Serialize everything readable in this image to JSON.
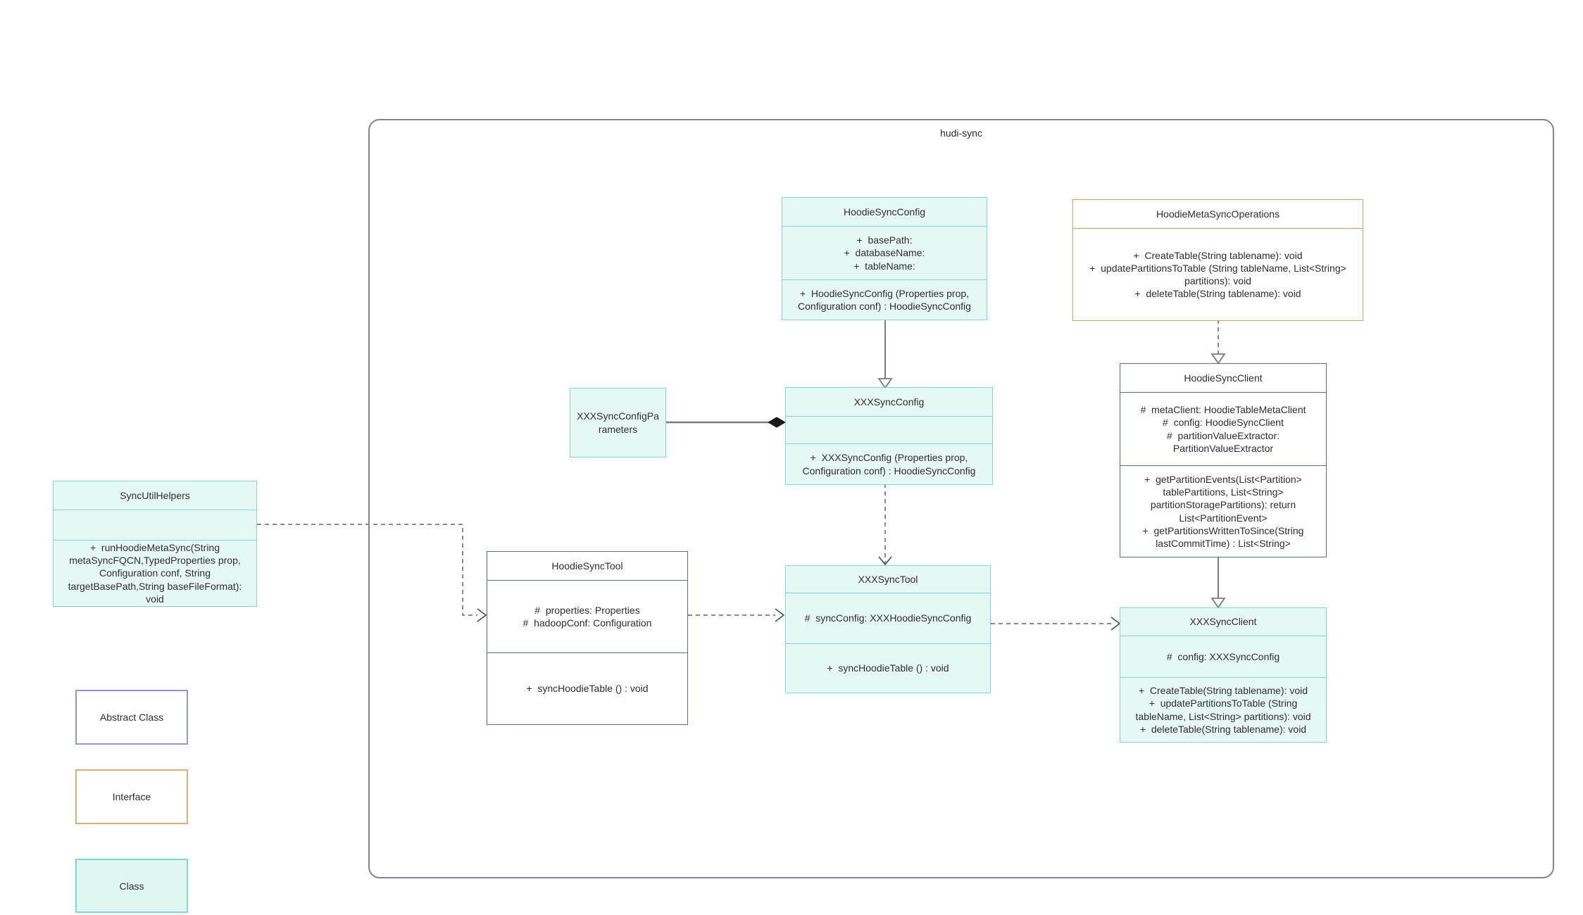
{
  "colors": {
    "class_fill": "#e6f8f3",
    "class_border": "#7fd9cd",
    "abstract_border": "#5a6b9f",
    "interface_border": "#d2a267",
    "connector_gray": "#7c7c7c",
    "frame_border": "#83838c"
  },
  "container": {
    "label": "hudi-sync"
  },
  "boxes": {
    "hoodieSyncConfig": {
      "title": "HoodieSyncConfig",
      "attributes": [
        "+  basePath:",
        "+  databaseName:",
        "+  tableName:"
      ],
      "methods": [
        "+  HoodieSyncConfig (Properties prop, Configuration conf) : HoodieSyncConfig"
      ]
    },
    "hoodieMetaSyncOperations": {
      "title": "HoodieMetaSyncOperations",
      "methods": [
        "+  CreateTable(String tablename): void",
        "+  updatePartitionsToTable (String tableName, List<String> partitions): void",
        "+  deleteTable(String tablename): void"
      ]
    },
    "xxxSyncConfigParameters": {
      "title": "XXXSyncConfigParameters"
    },
    "xxxSyncConfig": {
      "title": "XXXSyncConfig",
      "methods": [
        "+  XXXSyncConfig (Properties prop, Configuration conf) : HoodieSyncConfig"
      ]
    },
    "hoodieSyncClient": {
      "title": "HoodieSyncClient",
      "attributes": [
        "#  metaClient: HoodieTableMetaClient",
        "#  config: HoodieSyncClient",
        "#  partitionValueExtractor: PartitionValueExtractor"
      ],
      "methods": [
        "+  getPartitionEvents(List<Partition> tablePartitions, List<String> partitionStoragePartitions): return List<PartitionEvent>",
        "+  getPartitionsWrittenToSince(String lastCommitTime) : List<String>"
      ]
    },
    "syncUtilHelpers": {
      "title": "SyncUtilHelpers",
      "methods": [
        "+  runHoodieMetaSync(String metaSyncFQCN,TypedProperties prop, Configuration conf, String targetBasePath,String baseFileFormat): void"
      ]
    },
    "hoodieSyncTool": {
      "title": "HoodieSyncTool",
      "attributes": [
        "#  properties: Properties",
        "#  hadoopConf: Configuration"
      ],
      "methods": [
        "+  syncHoodieTable () : void"
      ]
    },
    "xxxSyncTool": {
      "title": "XXXSyncTool",
      "attributes": [
        "#  syncConfig: XXXHoodieSyncConfig"
      ],
      "methods": [
        "+  syncHoodieTable () : void"
      ]
    },
    "xxxSyncClient": {
      "title": "XXXSyncClient",
      "attributes": [
        "#  config: XXXSyncConfig"
      ],
      "methods": [
        "+  CreateTable(String tablename): void",
        "+  updatePartitionsToTable (String tableName, List<String> partitions): void",
        "+  deleteTable(String tablename): void"
      ]
    }
  },
  "relationships": [
    {
      "from": "HoodieSyncConfig",
      "to": "XXXSyncConfig",
      "type": "generalization-solid-hollow-arrow"
    },
    {
      "from": "HoodieMetaSyncOperations",
      "to": "HoodieSyncClient",
      "type": "realization-dashed-hollow-arrow"
    },
    {
      "from": "XXXSyncConfigParameters",
      "to": "XXXSyncConfig",
      "type": "composition-solid-filled-diamond"
    },
    {
      "from": "XXXSyncConfig",
      "to": "XXXSyncTool",
      "type": "dependency-dashed-open-arrow"
    },
    {
      "from": "SyncUtilHelpers",
      "to": "HoodieSyncTool",
      "type": "dependency-dashed-open-arrow"
    },
    {
      "from": "HoodieSyncTool",
      "to": "XXXSyncTool",
      "type": "dependency-dashed-open-arrow"
    },
    {
      "from": "XXXSyncTool",
      "to": "XXXSyncClient",
      "type": "dependency-dashed-open-arrow"
    },
    {
      "from": "HoodieSyncClient",
      "to": "XXXSyncClient",
      "type": "generalization-solid-hollow-arrow"
    }
  ],
  "legend": {
    "abstract": "Abstract Class",
    "interface": "Interface",
    "class": "Class"
  }
}
